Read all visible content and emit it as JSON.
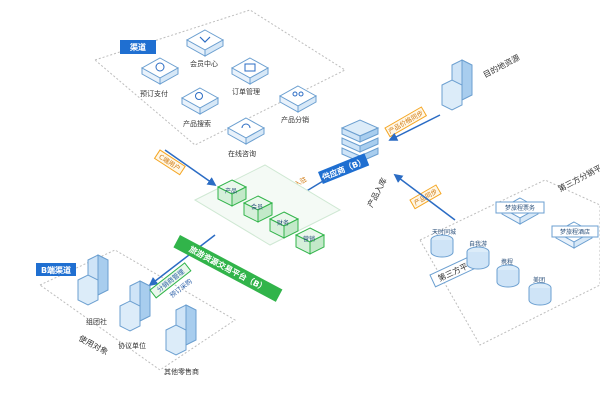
{
  "colors": {
    "brand_blue": "#1f6fd1",
    "brand_green": "#31b44a",
    "tile_blue": "#cfe4f7",
    "tile_edge": "#6b9fd0",
    "orange_tag": "#f5a623",
    "arrow_blue": "#2b6cc4",
    "dotted": "#bdbdbd"
  },
  "channel_group": {
    "title": "渠道",
    "items": [
      "会员中心",
      "预订支付",
      "订单管理",
      "产品搜索",
      "产品分销",
      "在线咨询"
    ]
  },
  "top_right_label": "目的地资源",
  "supplier_center": {
    "tag": "供应商（B）",
    "side_label": "产品入库",
    "arrow_tag_top": "产品价格同步",
    "arrow_tag_mid": "产品同步"
  },
  "right_group": {
    "title": "第三方平台",
    "side_label": "第三方分销平台",
    "items": [
      "天时同城",
      "自我游",
      "携程",
      "美团",
      "梦旅程票务",
      "梦旅程酒店"
    ]
  },
  "platform": {
    "label": "旅游资源交易平台（B）",
    "inbound_tag": "入驻",
    "left_arrow_tag": "C端用户",
    "boxes": [
      "产品",
      "会员",
      "财务",
      "营销"
    ]
  },
  "left_group": {
    "title": "B端渠道",
    "items": [
      "组团社",
      "协议单位",
      "其他零售商"
    ],
    "side_label": "使用对象",
    "arrow_tag_top": "分销商管理",
    "arrow_tag_bottom": "预订采购"
  }
}
